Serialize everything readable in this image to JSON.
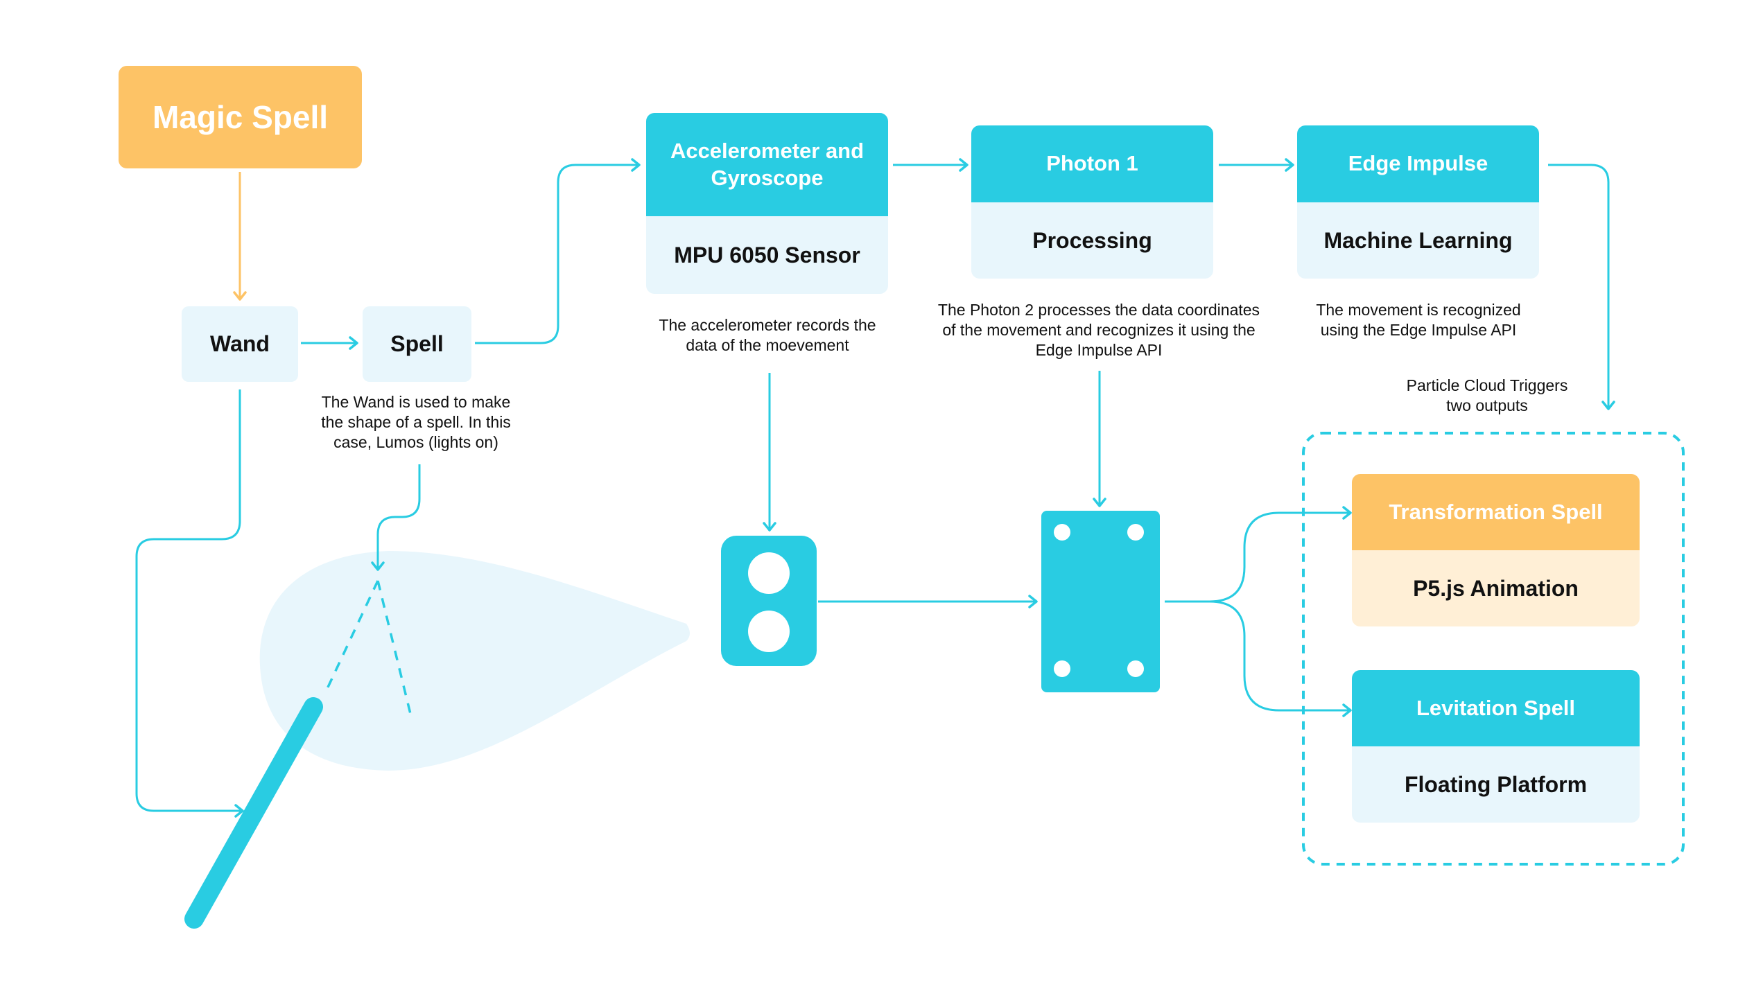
{
  "nodes": {
    "magic_spell": "Magic Spell",
    "wand": "Wand",
    "spell": "Spell",
    "sensor": {
      "title": "Accelerometer and Gyroscope",
      "body": "MPU 6050 Sensor"
    },
    "photon": {
      "title": "Photon 1",
      "body": "Processing"
    },
    "edge": {
      "title": "Edge Impulse",
      "body": "Machine Learning"
    },
    "transformation": {
      "title": "Transformation Spell",
      "body": "P5.js Animation"
    },
    "levitation": {
      "title": "Levitation Spell",
      "body": "Floating Platform"
    }
  },
  "captions": {
    "wand_note": "The Wand is used to make the shape of a spell. In this case, Lumos (lights on)",
    "sensor_note": "The accelerometer records the data of the moevement",
    "photon_note": "The Photon 2 processes the data coordinates of the movement and recognizes it using the Edge Impulse API",
    "edge_note": "The movement is recognized using the Edge Impulse API",
    "particle_note": "Particle Cloud Triggers two outputs"
  },
  "colors": {
    "cyan": "#29CCE2",
    "orange": "#FDC366",
    "light_blue": "#E8F6FC",
    "light_orange": "#FFEFD6"
  }
}
